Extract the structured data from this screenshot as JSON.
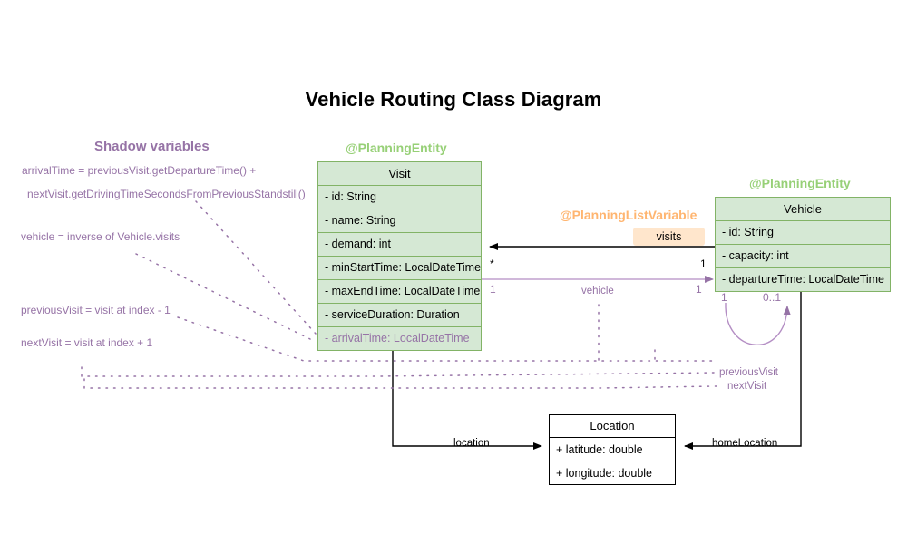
{
  "title": "Vehicle Routing Class Diagram",
  "colors": {
    "entity_fill": "#d5e8d4",
    "entity_stroke": "#82b366",
    "stereotype_green": "#97d077",
    "stereotype_orange": "#ffb570",
    "badge_fill": "#ffe6cc",
    "shadow_purple": "#9673a6",
    "plain_stroke": "#000000",
    "background": "#ffffff"
  },
  "classes": {
    "visit": {
      "stereotype": "@PlanningEntity",
      "name": "Visit",
      "attributes": [
        {
          "text": "- id: String",
          "shadow": false
        },
        {
          "text": "- name: String",
          "shadow": false
        },
        {
          "text": "- demand: int",
          "shadow": false
        },
        {
          "text": "- minStartTime: LocalDateTime",
          "shadow": false
        },
        {
          "text": "- maxEndTime: LocalDateTime",
          "shadow": false
        },
        {
          "text": "- serviceDuration: Duration",
          "shadow": false
        },
        {
          "text": "- arrivalTime: LocalDateTime",
          "shadow": true
        }
      ]
    },
    "vehicle": {
      "stereotype": "@PlanningEntity",
      "name": "Vehicle",
      "attributes": [
        {
          "text": "- id: String",
          "shadow": false
        },
        {
          "text": "- capacity: int",
          "shadow": false
        },
        {
          "text": "- departureTime: LocalDateTime",
          "shadow": false
        }
      ]
    },
    "location": {
      "name": "Location",
      "attributes": [
        {
          "text": "+ latitude: double",
          "shadow": false
        },
        {
          "text": "+ longitude: double",
          "shadow": false
        }
      ]
    }
  },
  "list_variable": {
    "stereotype": "@PlanningListVariable",
    "badge_label": "visits"
  },
  "shadow_panel": {
    "title": "Shadow variables",
    "lines": [
      "arrivalTime = previousVisit.getDepartureTime() +",
      "nextVisit.getDrivingTimeSecondsFromPreviousStandstill()",
      "vehicle = inverse of Vehicle.visits",
      "previousVisit = visit at index - 1",
      "nextVisit = visit at index + 1"
    ]
  },
  "edges": {
    "visits": {
      "name": "",
      "source_mult": "1",
      "target_mult": "*"
    },
    "vehicle": {
      "name": "vehicle",
      "source_mult": "1",
      "target_mult": "1"
    },
    "vehicle_self": {
      "left_mult": "1",
      "right_mult": "0..1"
    },
    "location": {
      "name": "location"
    },
    "home_location": {
      "name": "homeLocation"
    },
    "previous_visit": {
      "name": "previousVisit"
    },
    "next_visit": {
      "name": "nextVisit"
    }
  }
}
